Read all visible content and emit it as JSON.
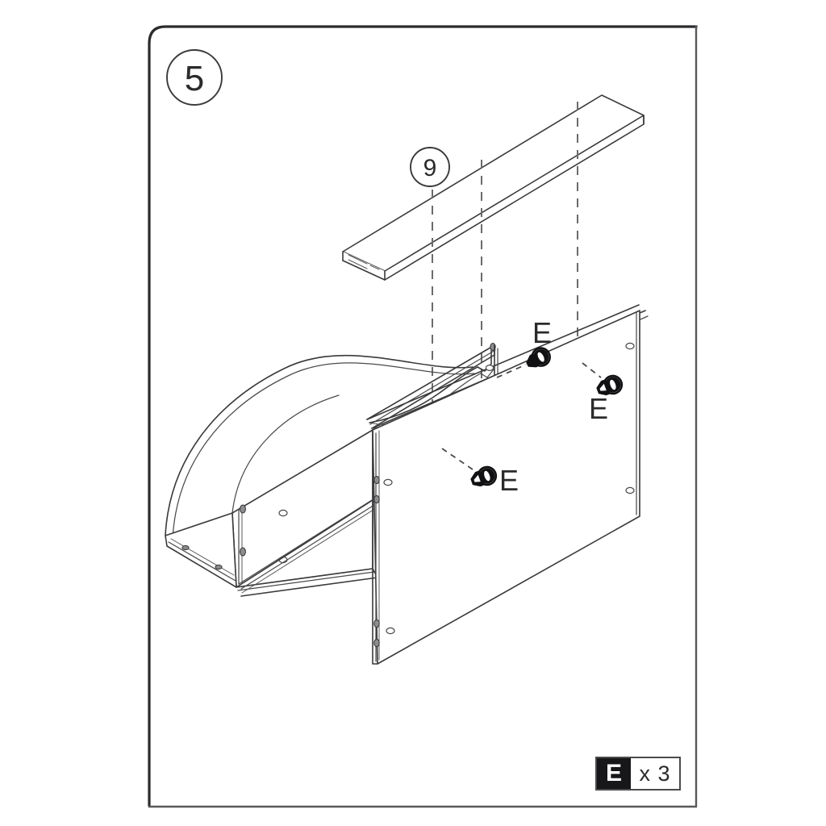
{
  "page": {
    "step_number": "5",
    "background_color": "#ffffff",
    "ink_color": "#3a3a3c"
  },
  "callouts": {
    "step": {
      "label": "5",
      "icon": "step-number-circle-icon"
    },
    "part": {
      "label": "9",
      "icon": "part-number-circle-icon"
    }
  },
  "hardware_labels": [
    {
      "id": "hardware-label-top",
      "label": "E"
    },
    {
      "id": "hardware-label-right",
      "label": "E"
    },
    {
      "id": "hardware-label-lower",
      "label": "E"
    }
  ],
  "legend": {
    "key": "E",
    "quantity": "x 3",
    "key_background": "#17171a",
    "key_color": "#ffffff"
  },
  "parts": {
    "long_rail": {
      "number": "9",
      "name": "long-top-rail"
    },
    "side_panel_curved": {
      "name": "curved-side-panel"
    },
    "right_panel": {
      "name": "right-side-panel"
    },
    "bottom_board": {
      "name": "bottom-board"
    }
  },
  "icons": {
    "cam_lock": "cam-lock-fastener-icon",
    "drilled_hole": "drilled-hole-icon",
    "alignment_guide": "dashed-alignment-line-icon"
  }
}
